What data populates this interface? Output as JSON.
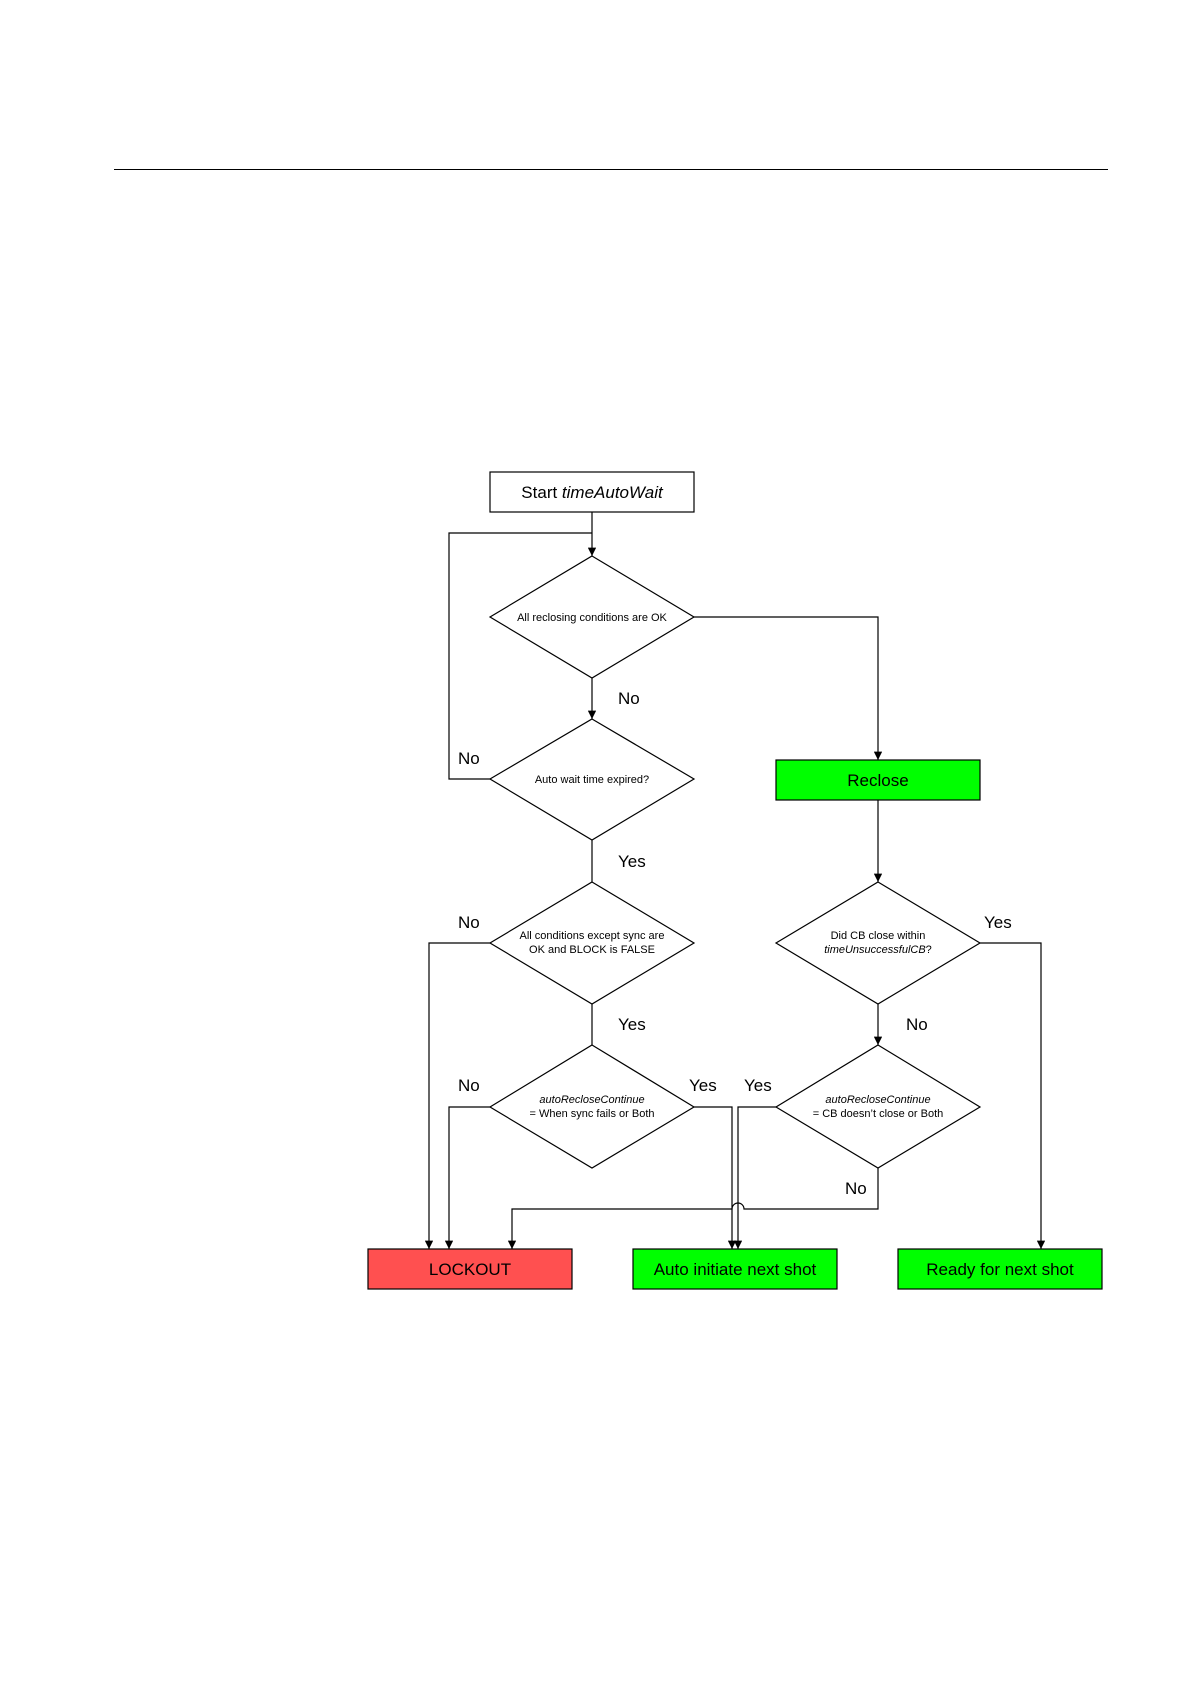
{
  "diagram": {
    "start": {
      "prefix": "Start ",
      "italic": "timeAutoWait"
    },
    "d_all_ok": "All reclosing conditions are OK",
    "d_wait_expired": "Auto wait time expired?",
    "d_except_sync": {
      "line1": "All conditions except sync are",
      "line2": "OK and BLOCK is FALSE"
    },
    "d_continue_sync": {
      "line1": "autoRecloseContinue",
      "line2": "= When sync fails or Both"
    },
    "d_cb_close": {
      "line1": "Did CB close within",
      "line2": "timeUnsuccessfulCB",
      "line2_suffix": "?"
    },
    "d_continue_cb": {
      "line1": "autoRecloseContinue",
      "line2": "= CB doesn’t close or Both"
    },
    "reclose": "Reclose",
    "lockout": "LOCKOUT",
    "auto_initiate": "Auto initiate next shot",
    "ready": "Ready for next shot",
    "labels": {
      "no_1": "No",
      "no_loop": "No",
      "yes_1": "Yes",
      "no_except": "No",
      "yes_except": "Yes",
      "no_sync": "No",
      "yes_sync": "Yes",
      "yes_cb_close": "Yes",
      "no_cb_close": "No",
      "yes_cb_continue": "Yes",
      "no_cb_continue": "No"
    },
    "colors": {
      "green": "#00ff00",
      "red": "#ff5050",
      "line": "#000000"
    }
  }
}
